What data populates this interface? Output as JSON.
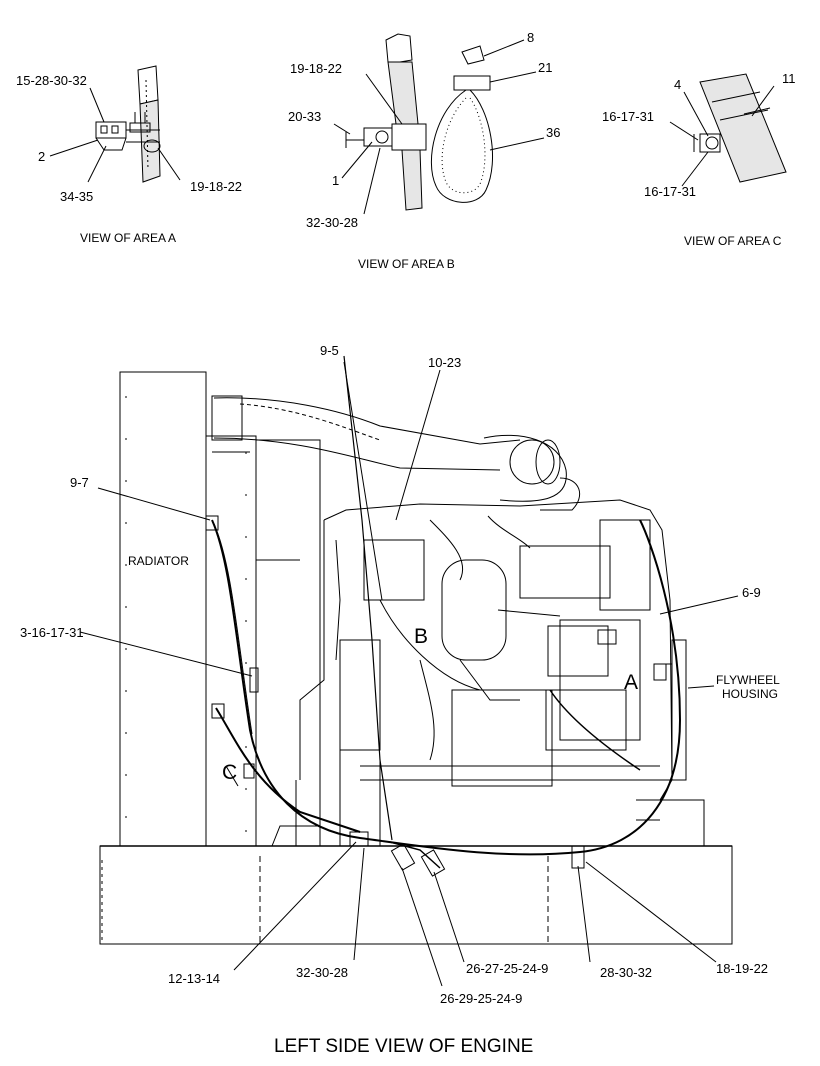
{
  "captions": {
    "view_a": "VIEW OF AREA  A",
    "view_b": "VIEW OF AREA  B",
    "view_c": "VIEW OF AREA C",
    "main_title": "LEFT SIDE VIEW OF ENGINE"
  },
  "components": {
    "radiator": "RADIATOR",
    "flywheel_housing_line1": "FLYWHEEL",
    "flywheel_housing_line2": "HOUSING"
  },
  "area_letters": {
    "a": "A",
    "b": "B",
    "c": "C"
  },
  "callouts": {
    "area_a": [
      "15-28-30-32",
      "2",
      "34-35",
      "19-18-22"
    ],
    "area_b": [
      "19-18-22",
      "20-33",
      "1",
      "32-30-28",
      "8",
      "21",
      "36"
    ],
    "area_c": [
      "4",
      "11",
      "16-17-31",
      "16-17-31"
    ],
    "main": [
      "9-5",
      "10-23",
      "9-7",
      "3-16-17-31",
      "6-9",
      "12-13-14",
      "32-30-28",
      "26-29-25-24-9",
      "26-27-25-24-9",
      "28-30-32",
      "18-19-22"
    ]
  }
}
